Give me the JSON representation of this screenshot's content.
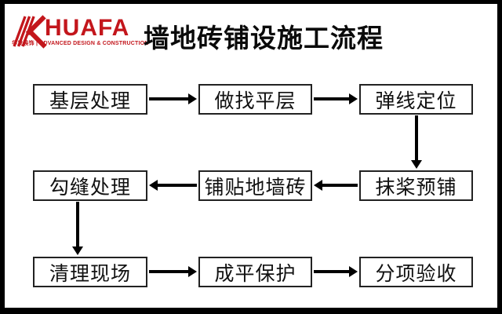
{
  "header": {
    "logo": {
      "brand": "HUAFA",
      "tagline": "华发装饰 | ADVANCED DESIGN & CONSTRUCTION",
      "brand_color": "#c3161c"
    },
    "title": "墙地砖铺设施工流程"
  },
  "flowchart": {
    "boxes": [
      {
        "label": "基层处理"
      },
      {
        "label": "做找平层"
      },
      {
        "label": "弹线定位"
      },
      {
        "label": "勾缝处理"
      },
      {
        "label": "铺贴地墙砖"
      },
      {
        "label": "抹桨预铺"
      },
      {
        "label": "清理现场"
      },
      {
        "label": "成平保护"
      },
      {
        "label": "分项验收"
      }
    ],
    "sequence": [
      "基层处理",
      "做找平层",
      "弹线定位",
      "抹桨预铺",
      "铺贴地墙砖",
      "勾缝处理",
      "清理现场",
      "成平保护",
      "分项验收"
    ]
  }
}
